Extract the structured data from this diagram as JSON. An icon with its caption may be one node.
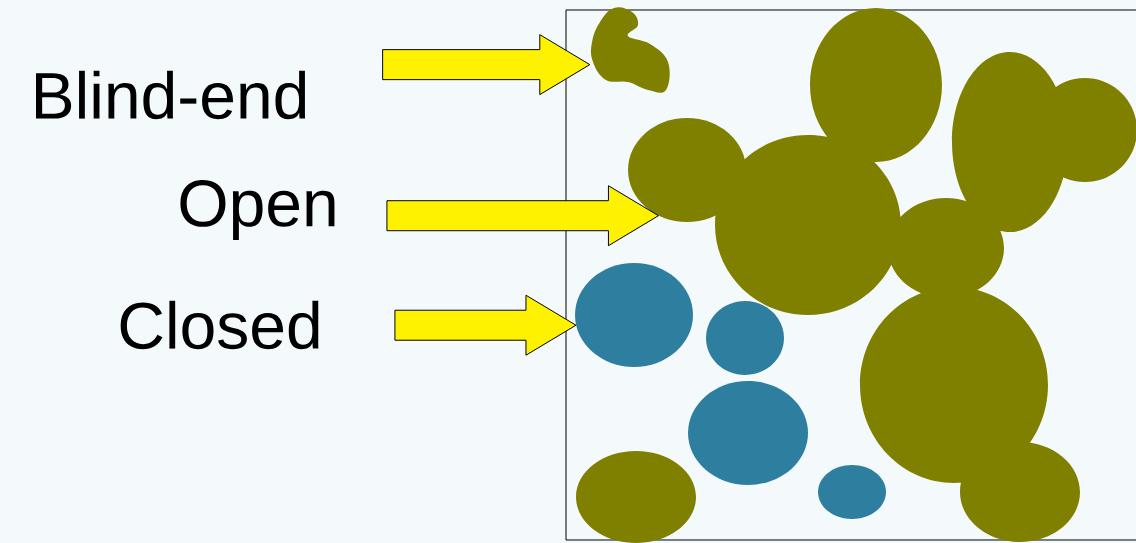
{
  "diagram": {
    "nodes": [
      {
        "text": [
          "Blind-end"
        ]
      },
      {
        "text": [
          "Open"
        ]
      },
      {
        "text": [
          "Closed"
        ]
      },
      {
        "text": [],
        "shape": "blob"
      },
      {
        "text": [],
        "shape": "circle"
      },
      {
        "text": [],
        "shape": "circle"
      }
    ],
    "edges": [
      {
        "from": 0,
        "to": 3,
        "arrow": "to"
      },
      {
        "from": 1,
        "to": 4,
        "arrow": "to"
      },
      {
        "from": 2,
        "to": 5,
        "arrow": "to"
      }
    ]
  }
}
